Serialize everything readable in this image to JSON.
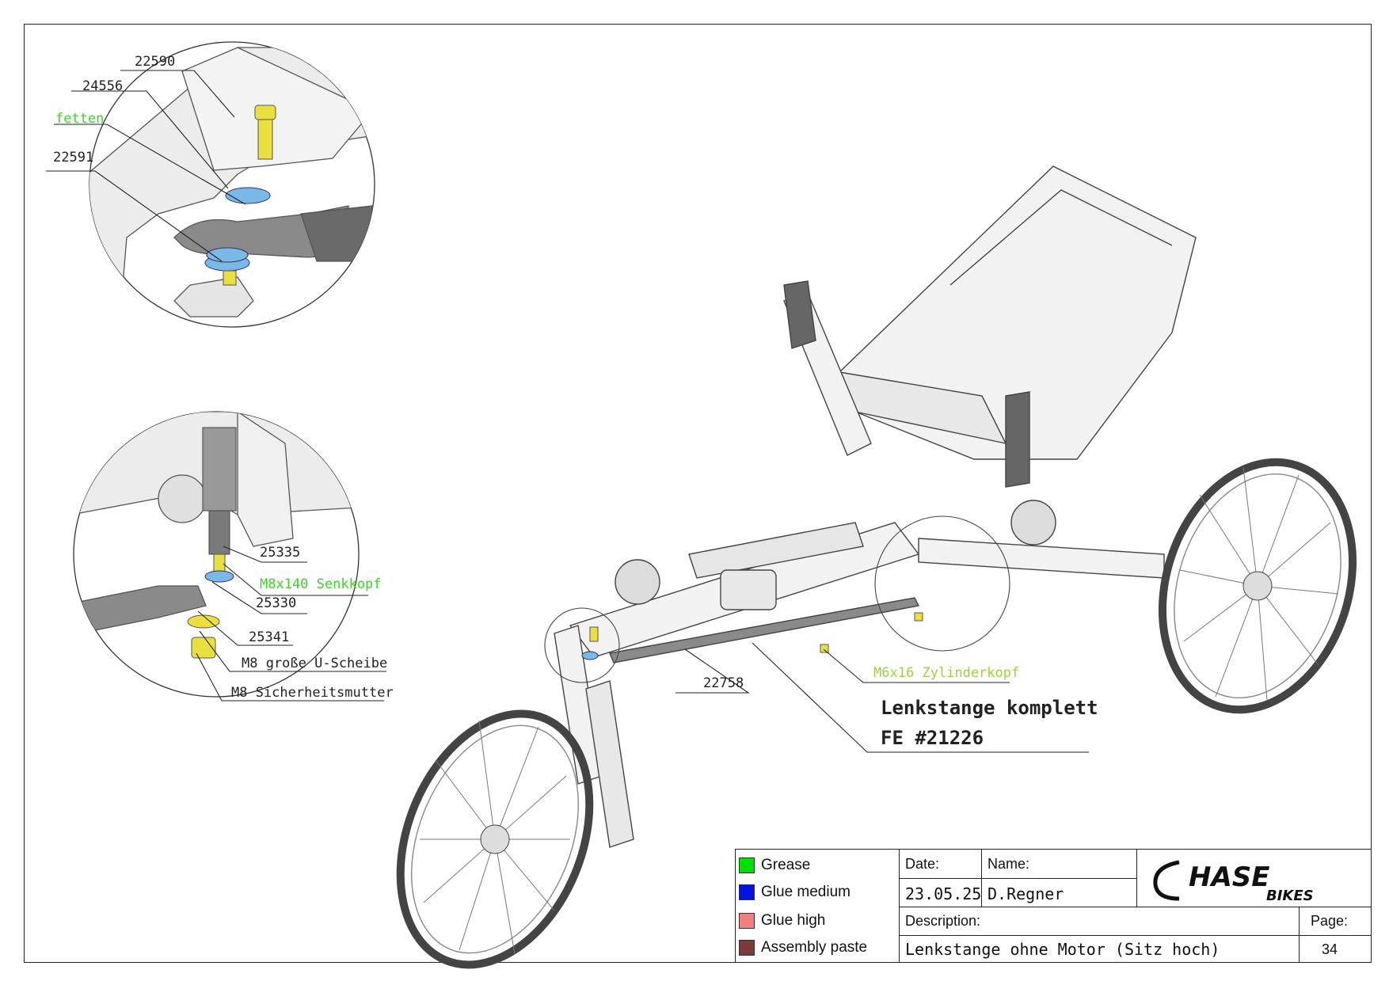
{
  "labels": {
    "p22590": "22590",
    "p24556": "24556",
    "fetten": "fetten",
    "p22591": "22591",
    "p25335": "25335",
    "m8x140": "M8x140 Senkkopf",
    "p25330": "25330",
    "p25341": "25341",
    "m8_washer": "M8 große U-Scheibe",
    "m8_nut": "M8 Sicherheitsmutter",
    "p22758": "22758",
    "m6x16": "M6x16 Zylinderkopf",
    "assembly_line1": "Lenkstange komplett",
    "assembly_line2": "FE #21226"
  },
  "legend": [
    {
      "label": "Grease",
      "color": "#00e000"
    },
    {
      "label": "Glue medium",
      "color": "#0015e0"
    },
    {
      "label": "Glue high",
      "color": "#f08080"
    },
    {
      "label": "Assembly paste",
      "color": "#7a3b3b"
    }
  ],
  "titleblock": {
    "date_label": "Date:",
    "date_value": "23.05.25",
    "name_label": "Name:",
    "name_value": "D.Regner",
    "description_label": "Description:",
    "description_value": "Lenkstange ohne Motor (Sitz hoch)",
    "page_label": "Page:",
    "page_value": "34",
    "logo_line1": "HASE",
    "logo_line2": "BIKES"
  }
}
